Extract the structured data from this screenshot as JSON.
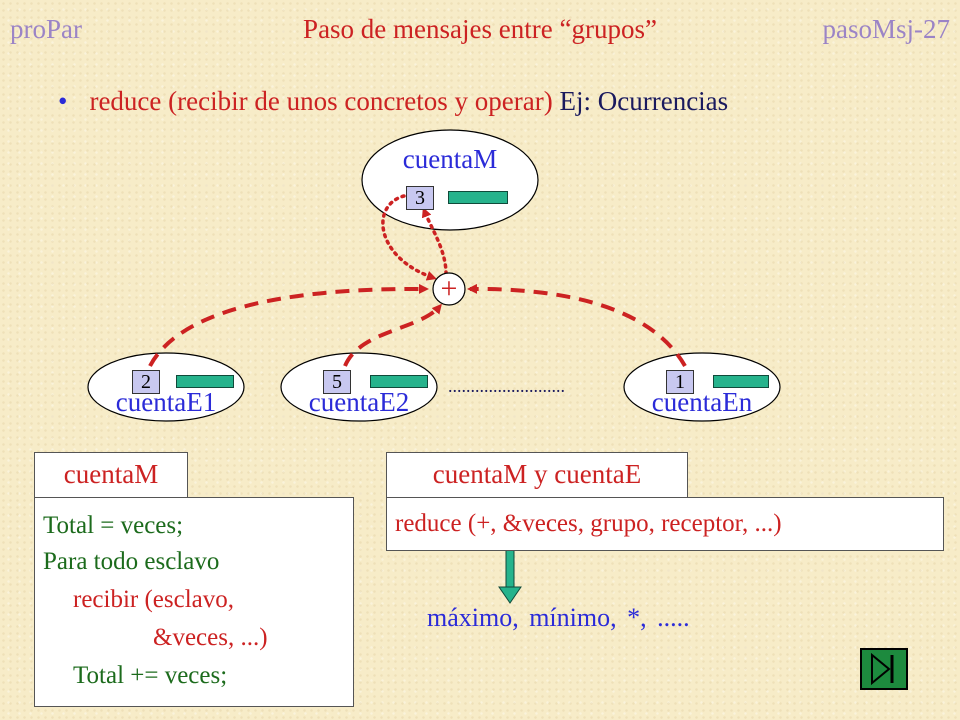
{
  "header": {
    "left": "proPar",
    "title": "Paso de mensajes entre “grupos”",
    "right": "pasoMsj-27"
  },
  "bullet": {
    "marker": "•",
    "function_name": "reduce",
    "paren": "(recibir de unos concretos y operar)",
    "example": "Ej: Ocurrencias"
  },
  "diagram": {
    "master": {
      "label": "cuentaM",
      "value": "3"
    },
    "operator": "+",
    "workers": [
      {
        "label": "cuentaE1",
        "value": "2"
      },
      {
        "label": "cuentaE2",
        "value": "5"
      },
      {
        "label": "cuentaEn",
        "value": "1"
      }
    ],
    "dots": ".........................."
  },
  "panel_left": {
    "tab": "cuentaM",
    "lines": [
      "Total = veces;",
      "Para todo esclavo",
      "recibir (esclavo,",
      "&veces, ...)",
      "Total += veces;"
    ]
  },
  "panel_right": {
    "tab": "cuentaM y cuentaE",
    "code": "reduce (+, &veces, grupo, receptor, ...)"
  },
  "footer_text": "máximo, mínimo, *, .....",
  "colors": {
    "accent_red": "#cc2222",
    "text_blue": "#2b2bd8",
    "bar_green": "#26b38c",
    "code_green": "#1c6b1c"
  }
}
